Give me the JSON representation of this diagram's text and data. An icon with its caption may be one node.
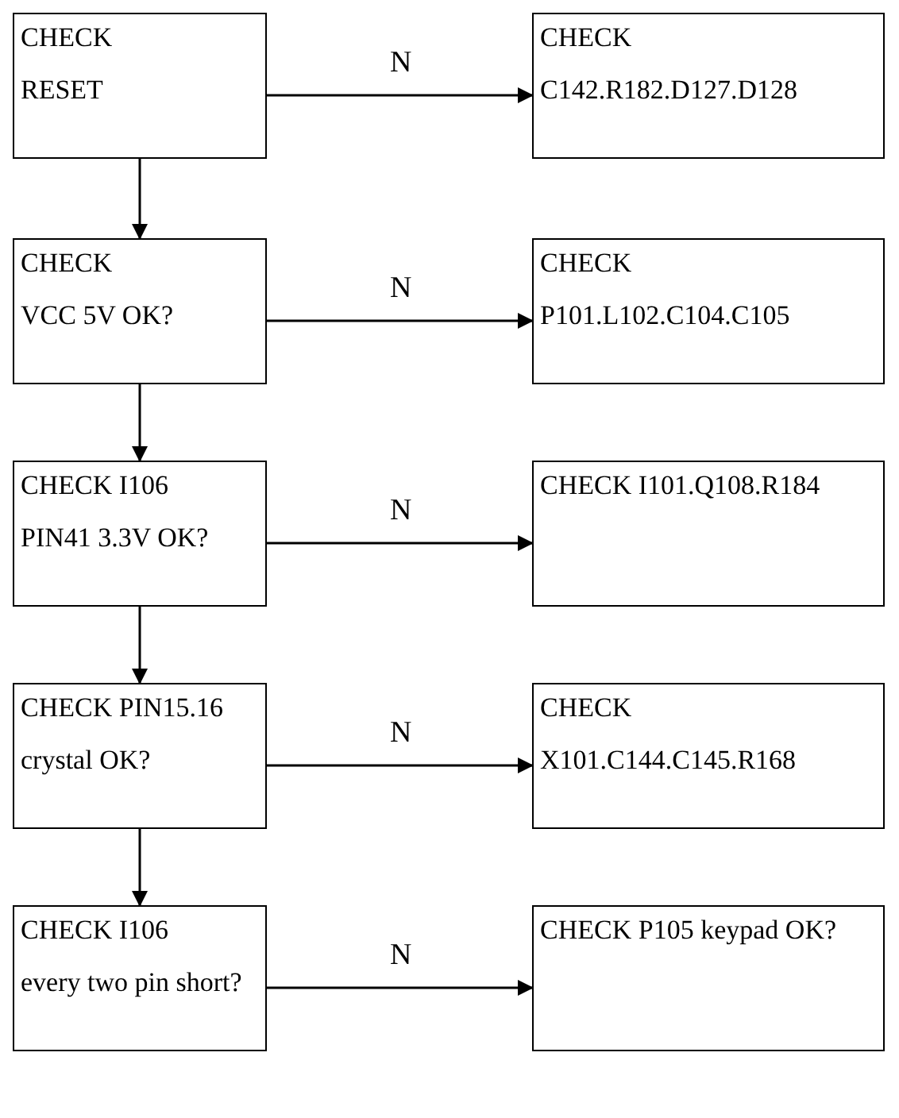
{
  "diagram": {
    "nodes": [
      {
        "text": [
          "CHECK",
          "RESET"
        ]
      },
      {
        "text": [
          "CHECK",
          "C142.R182.D127.D128"
        ]
      },
      {
        "text": [
          "CHECK",
          "VCC 5V OK?"
        ]
      },
      {
        "text": [
          "CHECK",
          "P101.L102.C104.C105"
        ]
      },
      {
        "text": [
          "CHECK I106",
          "PIN41 3.3V OK?"
        ]
      },
      {
        "text": [
          "CHECK I101.Q108.R184"
        ]
      },
      {
        "text": [
          "CHECK PIN15.16",
          "crystal OK?"
        ]
      },
      {
        "text": [
          "CHECK",
          "X101.C144.C145.R168"
        ]
      },
      {
        "text": [
          "CHECK I106",
          "every two pin short?"
        ]
      },
      {
        "text": [
          "CHECK P105 keypad OK?"
        ]
      }
    ],
    "edges": [
      {
        "from": 0,
        "to": 1,
        "arrow": "to",
        "label": "N"
      },
      {
        "from": 0,
        "to": 2,
        "arrow": "to"
      },
      {
        "from": 2,
        "to": 3,
        "arrow": "to",
        "label": "N"
      },
      {
        "from": 2,
        "to": 4,
        "arrow": "to"
      },
      {
        "from": 4,
        "to": 5,
        "arrow": "to",
        "label": "N"
      },
      {
        "from": 4,
        "to": 6,
        "arrow": "to"
      },
      {
        "from": 6,
        "to": 7,
        "arrow": "to",
        "label": "N"
      },
      {
        "from": 6,
        "to": 8,
        "arrow": "to"
      },
      {
        "from": 8,
        "to": 9,
        "arrow": "to",
        "label": "N"
      }
    ]
  }
}
